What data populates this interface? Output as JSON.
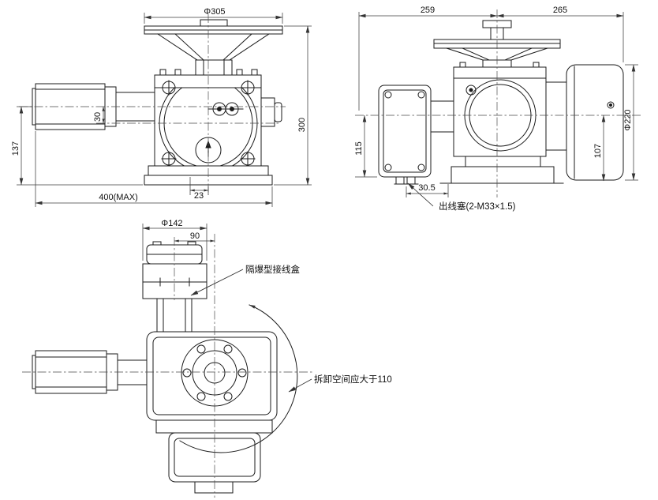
{
  "colors": {
    "background": "#ffffff",
    "line": "#1b1b1b",
    "dimension": "#3c3c3c"
  },
  "views": {
    "front": {
      "dims": {
        "handwheel_dia": "Φ305",
        "overall_height": "300",
        "motor_axis_height": "137",
        "axis_offset": "30",
        "base_offset": "23",
        "overall_width": "400(MAX)"
      }
    },
    "side": {
      "dims": {
        "left_of_center": "259",
        "right_of_center": "265",
        "motor_dia": "Φ220",
        "left_drop": "115",
        "right_drop": "107",
        "gland_offset": "30.5"
      },
      "annotations": {
        "cable_gland": "出线塞(2-M33×1.5)"
      }
    },
    "top": {
      "dims": {
        "cover_dia": "Φ142",
        "center_offset": "90"
      },
      "annotations": {
        "junction_box": "隔爆型接线盒",
        "removal_space": "拆卸空间应大于110"
      }
    }
  }
}
